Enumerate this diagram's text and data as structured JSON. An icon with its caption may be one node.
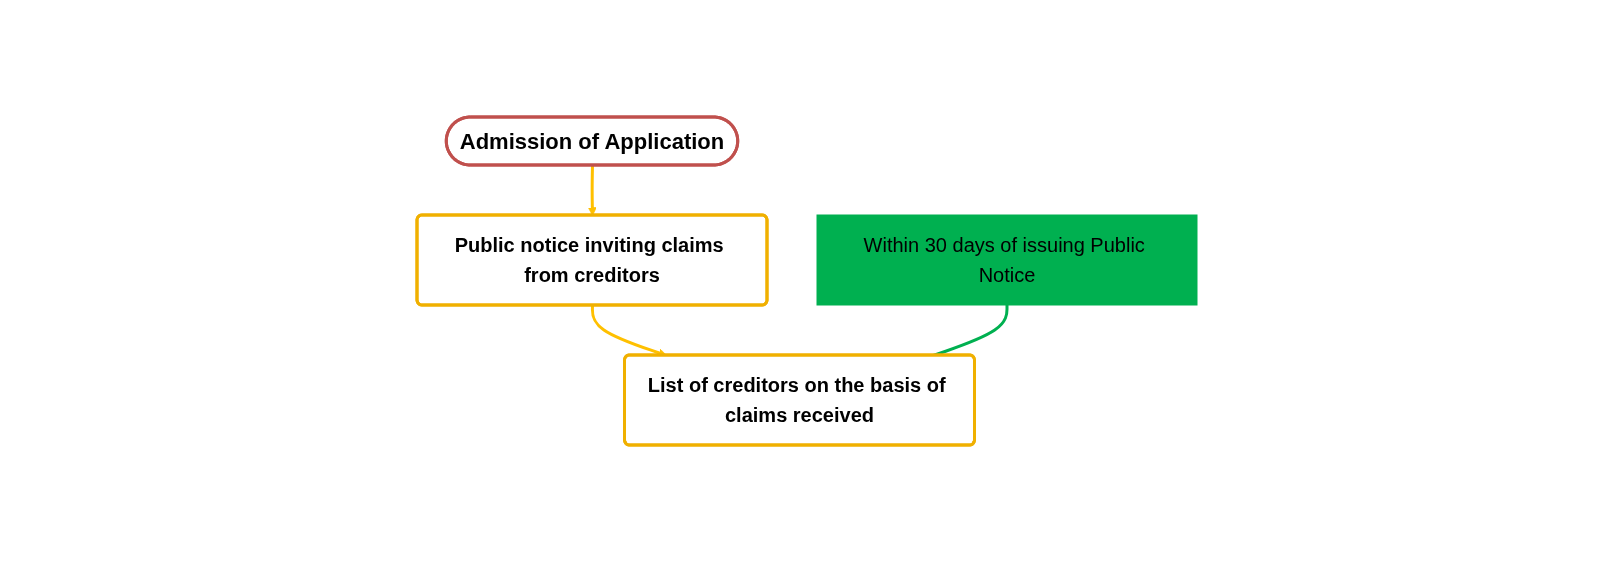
{
  "diagram": {
    "nodes": [
      {
        "text": [
          "Admission of Application"
        ]
      },
      {
        "text": [
          "Public notice inviting claims from creditors"
        ]
      },
      {
        "text": [
          "List of creditors on the basis of claims received"
        ]
      },
      {
        "text": [
          "Within 30 days of issuing Public Notice"
        ]
      }
    ],
    "edges": [
      {
        "from": 0,
        "to": 1,
        "arrow": "to"
      },
      {
        "from": 1,
        "to": 2,
        "arrow": "to"
      },
      {
        "from": 3,
        "to": 2,
        "arrow": "none",
        "color": "#00b050"
      }
    ]
  }
}
